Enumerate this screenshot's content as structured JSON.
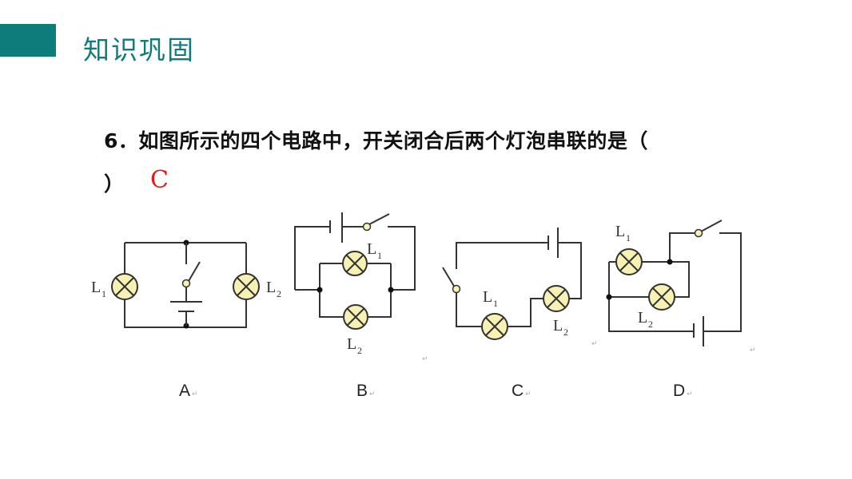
{
  "header": {
    "title": "知识巩固",
    "accent_color": "#0e7c7b"
  },
  "question": {
    "line1": "6．如图所示的四个电路中，开关闭合后两个灯泡串联的是（",
    "line2": "）",
    "answer": "C",
    "answer_color": "#e21a1a"
  },
  "circuits": [
    {
      "option": "A",
      "lamp1_label": "L",
      "lamp1_sub": "1",
      "lamp2_label": "L",
      "lamp2_sub": "2"
    },
    {
      "option": "B",
      "lamp1_label": "L",
      "lamp1_sub": "1",
      "lamp2_label": "L",
      "lamp2_sub": "2"
    },
    {
      "option": "C",
      "lamp1_label": "L",
      "lamp1_sub": "1",
      "lamp2_label": "L",
      "lamp2_sub": "2"
    },
    {
      "option": "D",
      "lamp1_label": "L",
      "lamp1_sub": "1",
      "lamp2_label": "L",
      "lamp2_sub": "2"
    }
  ],
  "return_mark": "↵"
}
